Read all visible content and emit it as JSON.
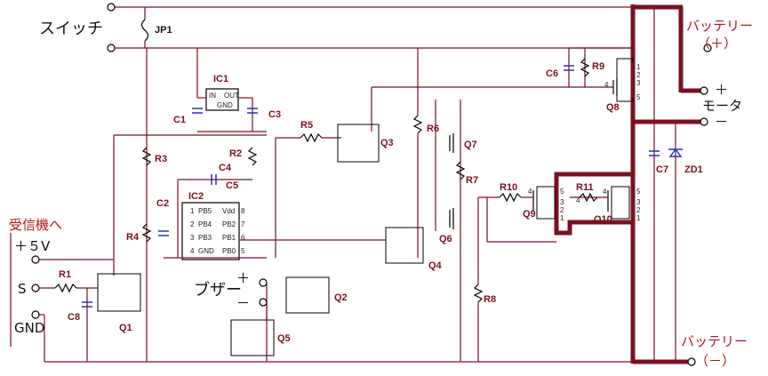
{
  "labels": {
    "switch": "スイッチ",
    "jp1": "JP1",
    "battery_plus": "バッテリー",
    "battery_plus_sign": "（＋）",
    "motor_plus": "＋",
    "motor": "モータ",
    "motor_minus": "－",
    "battery_minus": "バッテリー",
    "battery_minus_sign": "（－）",
    "receiver": "受信機へ",
    "plus5v": "＋５V",
    "s": "S",
    "gnd": "GND",
    "buzzer": "ブザー",
    "buzzer_plus": "＋",
    "buzzer_minus": "－"
  },
  "components": {
    "ic1": "IC1",
    "ic2": "IC2",
    "c1": "C1",
    "c2": "C2",
    "c3": "C3",
    "c4": "C4",
    "c5": "C5",
    "c6": "C6",
    "c7": "C7",
    "c8": "C8",
    "r1": "R1",
    "r2": "R2",
    "r3": "R3",
    "r4": "R4",
    "r5": "R5",
    "r6": "R6",
    "r7": "R7",
    "r8": "R8",
    "r9": "R9",
    "r10": "R10",
    "r11": "R11",
    "q1": "Q1",
    "q2": "Q2",
    "q3": "Q3",
    "q4": "Q4",
    "q5": "Q5",
    "q6": "Q6",
    "q7": "Q7",
    "q8": "Q8",
    "q9": "Q9",
    "q10": "Q10",
    "zd1": "ZD1"
  },
  "ic1_pins": {
    "in": "IN",
    "out": "OUT",
    "gnd": "GND"
  },
  "ic2_pins": {
    "pb5": "PB5",
    "pb4": "PB4",
    "pb3": "PB3",
    "gnd": "GND",
    "vdd": "Vdd",
    "pb2": "PB2",
    "pb1": "PB1",
    "pb0": "PB0",
    "n1": "1",
    "n2": "2",
    "n3": "3",
    "n4": "4",
    "n5": "5",
    "n6": "6",
    "n7": "7",
    "n8": "8"
  },
  "fet_pins": {
    "q8": [
      "1",
      "2",
      "3",
      "4",
      "5"
    ],
    "q9": [
      "5",
      "3",
      "2",
      "1",
      "4"
    ],
    "q10": [
      "5",
      "3",
      "2",
      "1",
      "4"
    ],
    "q11": "4"
  }
}
